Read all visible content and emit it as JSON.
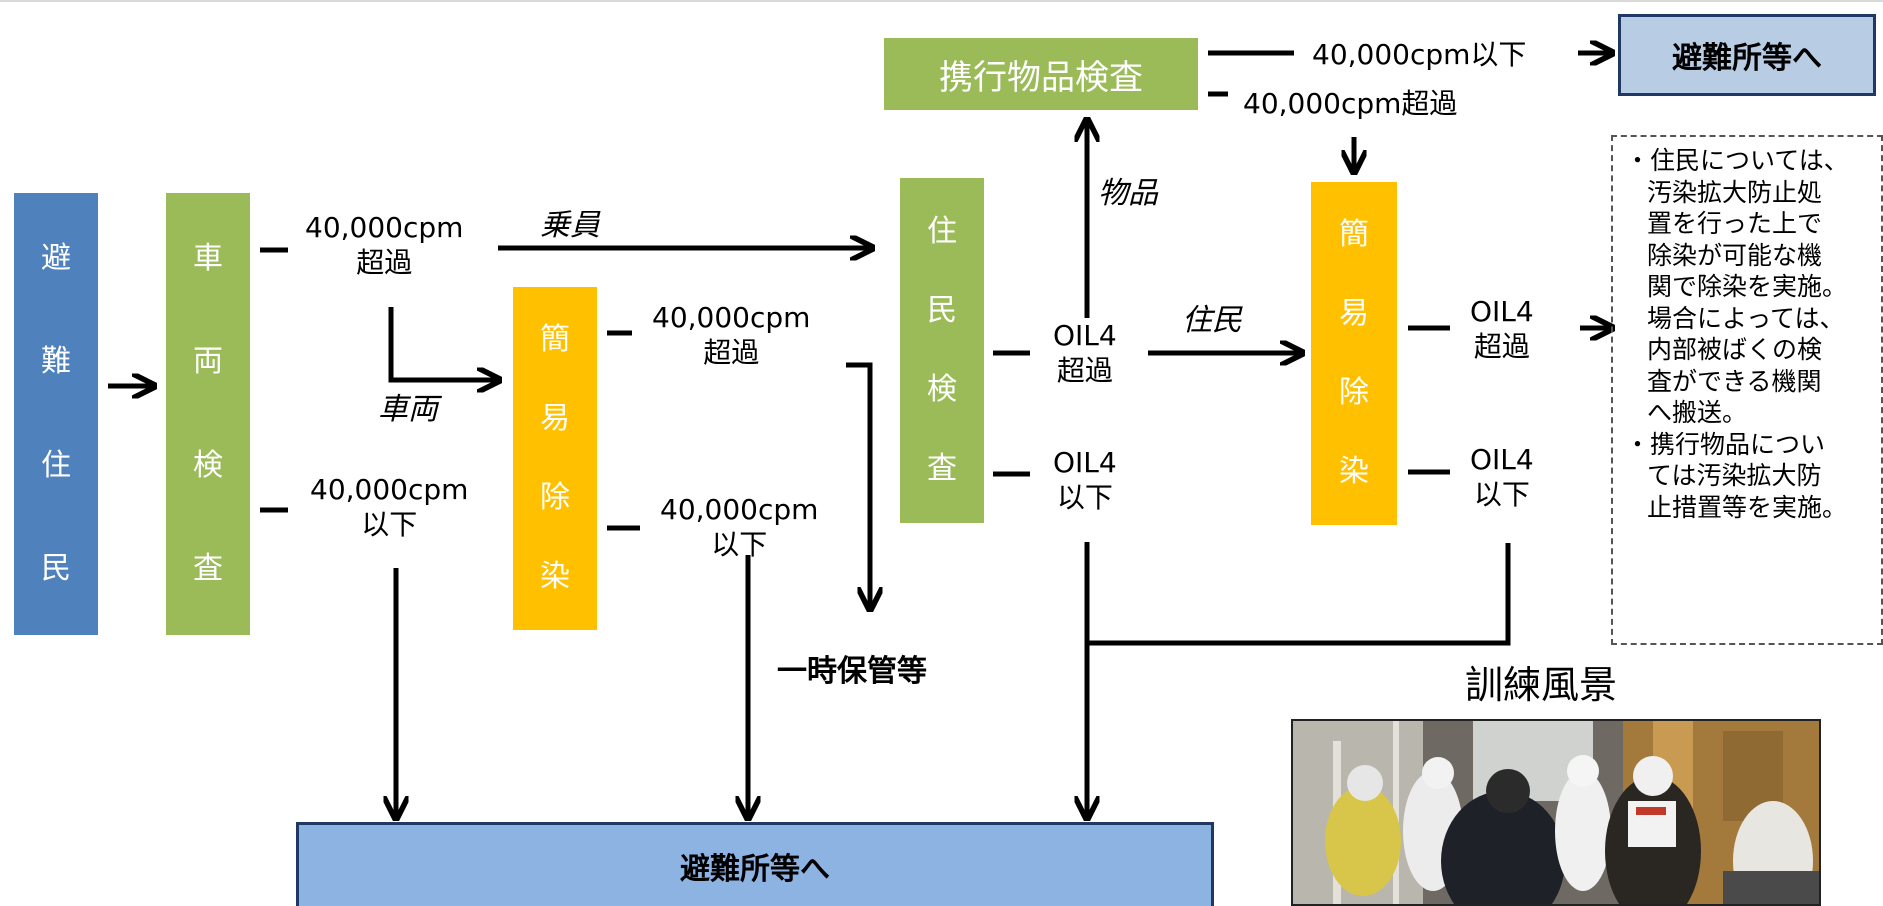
{
  "boxes": {
    "evacuees": [
      "避",
      "難",
      "住",
      "民"
    ],
    "vehicle_inspection": [
      "車",
      "両",
      "検",
      "査"
    ],
    "decon_1": [
      "簡",
      "易",
      "除",
      "染"
    ],
    "resident_inspection": [
      "住",
      "民",
      "検",
      "査"
    ],
    "decon_2": [
      "簡",
      "易",
      "除",
      "染"
    ],
    "item_inspection": "携行物品検査",
    "shelter_top": "避難所等へ",
    "shelter_bottom": "避難所等へ"
  },
  "labels": {
    "vi_over": "40,000cpm\n超過",
    "vi_under": "40,000cpm\n以下",
    "passengers": "乗員",
    "vehicle": "車両",
    "d1_over": "40,000cpm\n超過",
    "d1_under": "40,000cpm\n以下",
    "temporary_storage": "一時保管等",
    "items": "物品",
    "residents": "住民",
    "ri_over": "OIL4\n超過",
    "ri_under": "OIL4\n以下",
    "item_under": "40,000cpm以下",
    "item_over": "40,000cpm超過",
    "d2_over": "OIL4\n超過",
    "d2_under": "OIL4\n以下"
  },
  "note": [
    [
      "・住民については、",
      "汚染拡大防止処",
      "置を行った上で",
      "除染が可能な機",
      "関で除染を実施。",
      "場合によっては、",
      "内部被ばくの検",
      "査ができる機関",
      "へ搬送。"
    ],
    [
      "・携行物品につい",
      "ては汚染拡大防",
      "止措置等を実施。"
    ]
  ],
  "photo_title": "訓練風景",
  "colors": {
    "blue": "#4f81bd",
    "green": "#9bbb59",
    "orange": "#ffc000",
    "shelter": "#8db3e2",
    "border": "#1f3864"
  }
}
